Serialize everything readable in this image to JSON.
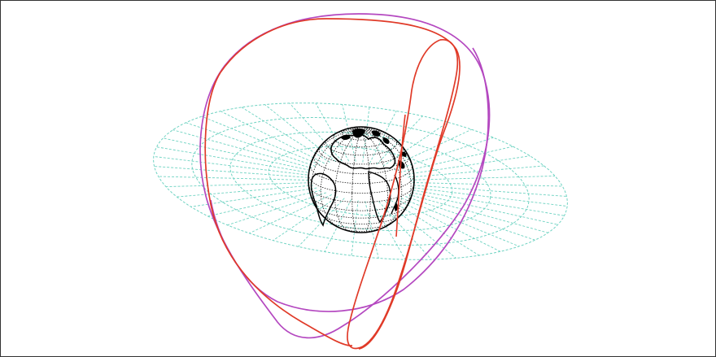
{
  "figure": {
    "description_labels": [],
    "colors": {
      "frame_border": "#333333",
      "background": "#ffffff",
      "equatorial_grid": "#6fd3c2",
      "globe_grid": "#1a1a1a",
      "globe_outline": "#000000",
      "continents": "#000000",
      "orbit_magenta": "#b448c0",
      "orbit_red": "#e03a28"
    },
    "elements": {
      "equatorial_grid": {
        "rings": 4,
        "spokes": 48,
        "style": "dashed"
      },
      "globe": {
        "meridians": 18,
        "parallels": 17,
        "style": "dotted"
      },
      "orbits": [
        {
          "id": "orbit-magenta",
          "color_key": "orbit_magenta"
        },
        {
          "id": "orbit-red",
          "color_key": "orbit_red"
        }
      ]
    }
  }
}
